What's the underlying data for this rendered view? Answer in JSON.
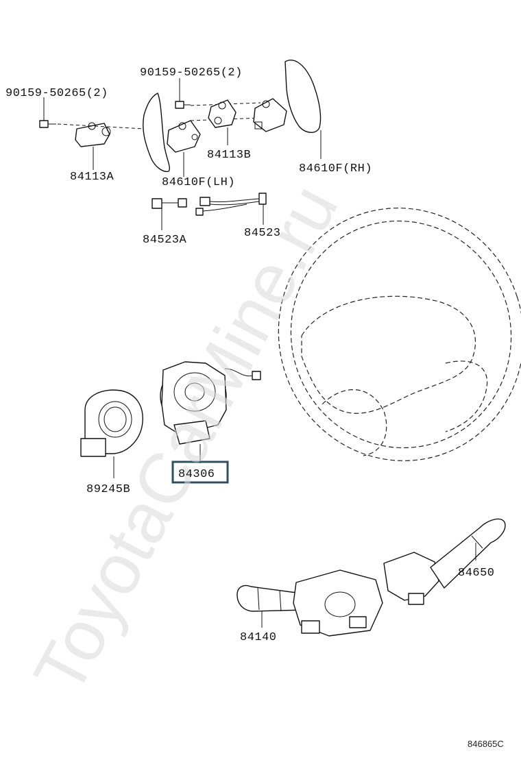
{
  "watermark": "ToyotaCarMine.ru",
  "diagram_code": "846865C",
  "highlighted_part": "84306",
  "labels": {
    "bolt_left": "90159-50265(2)",
    "bolt_top": "90159-50265(2)",
    "bracket_a": "84113A",
    "bracket_b": "84113B",
    "paddle_lh": "84610F(LH)",
    "paddle_rh": "84610F(RH)",
    "wire_a": "84523A",
    "wire": "84523",
    "spiral_cable": "84306",
    "sensor": "89245B",
    "wiper_switch": "84650",
    "turn_switch": "84140"
  },
  "colors": {
    "line": "#111111",
    "highlight_frame": "#2f4f5f",
    "watermark": "#d9d9d9"
  }
}
